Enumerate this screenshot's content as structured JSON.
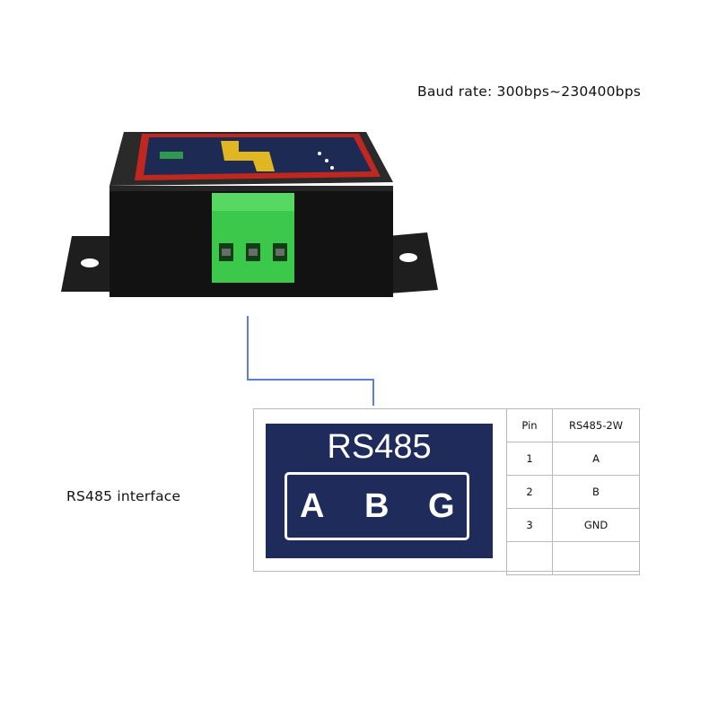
{
  "baud_rate_text": "Baud rate: 300bps~230400bps",
  "interface_label": "RS485 interface",
  "device": {
    "photo": "serial-device-photo",
    "terminal_color": "#3cc84a",
    "body_color": "#151515",
    "panel_border_color": "#c0281f",
    "panel_color": "#1d2b54"
  },
  "connector": {
    "title": "RS485",
    "pins": [
      "A",
      "B",
      "G"
    ],
    "panel_color": "#1f2c5b",
    "line_color": "#5b7fd6"
  },
  "pin_table": {
    "headers": [
      "Pin",
      "RS485-2W"
    ],
    "rows": [
      [
        "1",
        "A"
      ],
      [
        "2",
        "B"
      ],
      [
        "3",
        "GND"
      ],
      [
        "",
        ""
      ]
    ]
  }
}
